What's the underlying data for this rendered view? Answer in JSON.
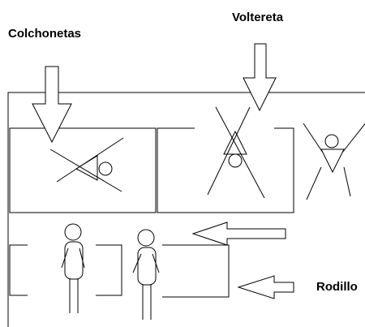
{
  "labels": {
    "colchonetas": "Colchonetas",
    "voltereta": "Voltereta",
    "rodillo": "Rodillo"
  },
  "colors": {
    "stroke": "#000000",
    "background": "#ffffff"
  }
}
